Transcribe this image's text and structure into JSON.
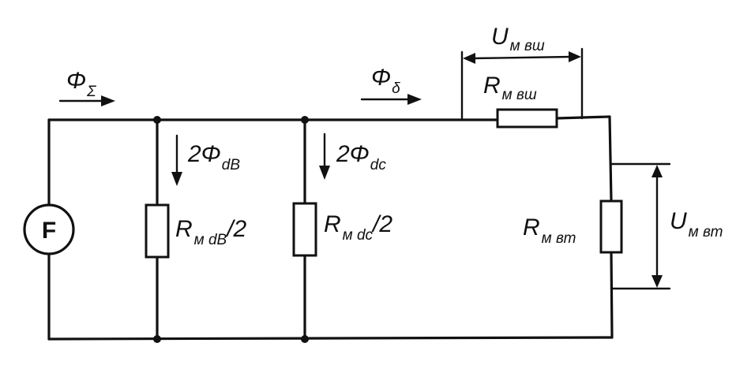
{
  "source": {
    "symbol": "F"
  },
  "flux_total": {
    "main": "Φ",
    "sub": "Σ"
  },
  "flux_gap": {
    "main": "Φ",
    "sub": "δ"
  },
  "flux_b": {
    "main": "2Φ",
    "sub": "dB"
  },
  "flux_c": {
    "main": "2Φ",
    "sub": "dc"
  },
  "res_b": {
    "main": "R",
    "sub": "м dB",
    "suffix": "/2"
  },
  "res_c": {
    "main": "R",
    "sub": "м dc",
    "suffix": "/2"
  },
  "res_vsh": {
    "main": "R",
    "sub": "м вш"
  },
  "res_vt": {
    "main": "R",
    "sub": "м вт"
  },
  "volt_vsh": {
    "main": "U",
    "sub": "м вш"
  },
  "volt_vt": {
    "main": "U",
    "sub": "м вт"
  }
}
